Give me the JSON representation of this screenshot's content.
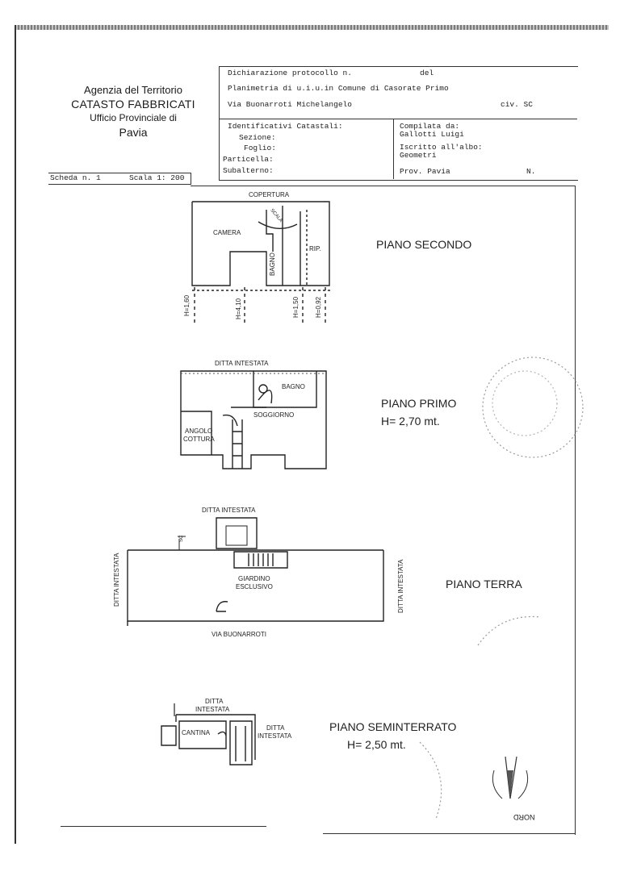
{
  "agency": {
    "line1": "Agenzia del Territorio",
    "line2": "CATASTO FABBRICATI",
    "line3": "Ufficio Provinciale di",
    "line4": "Pavia"
  },
  "header": {
    "dichiarazione": "Dichiarazione protocollo n.",
    "del": "del",
    "planimetria": "Planimetria di u.i.u.in Comune di Casorate Primo",
    "via": "Via Buonarroti Michelangelo",
    "civ": "civ. SC"
  },
  "identificativi": {
    "title": "Identificativi Catastali:",
    "sezione": "Sezione:",
    "foglio": "Foglio:",
    "particella": "Particella:",
    "subalterno": "Subalterno:"
  },
  "compilata": {
    "title": "Compilata da:",
    "name": "Gallotti Luigi",
    "iscritto": "Iscritto all'albo:",
    "albo": "Geometri",
    "prov": "Prov. Pavia",
    "n": "N."
  },
  "scheda": {
    "scheda": "Scheda n. 1",
    "scala": "Scala 1: 200"
  },
  "piano_secondo": {
    "title": "PIANO SECONDO",
    "copertura": "COPERTURA",
    "camera": "CAMERA",
    "bagno": "BAGNO",
    "rip": "RIP.",
    "scala": "SCALA",
    "h1": "H=1,60",
    "h2": "H=4,10",
    "h3": "H=1,50",
    "h4": "H=0,92"
  },
  "piano_primo": {
    "title": "PIANO PRIMO",
    "height": "H= 2,70 mt.",
    "ditta": "DITTA INTESTATA",
    "bagno": "BAGNO",
    "soggiorno": "SOGGIORNO",
    "angolo1": "ANGOLO",
    "angolo2": "COTTURA"
  },
  "piano_terra": {
    "title": "PIANO TERRA",
    "ditta_top": "DITTA INTESTATA",
    "ditta_left": "DITTA INTESTATA",
    "ditta_right": "DITTA INTESTATA",
    "giardino1": "GIARDINO",
    "giardino2": "ESCLUSIVO",
    "via": "VIA BUONARROTI",
    "sc": "SC"
  },
  "piano_seminterrato": {
    "title": "PIANO SEMINTERRATO",
    "height": "H= 2,50 mt.",
    "ditta1": "DITTA",
    "ditta1b": "INTESTATA",
    "ditta2": "DITTA",
    "ditta2b": "INTESTATA",
    "cantina": "CANTINA"
  },
  "north": {
    "label": "NORD"
  }
}
